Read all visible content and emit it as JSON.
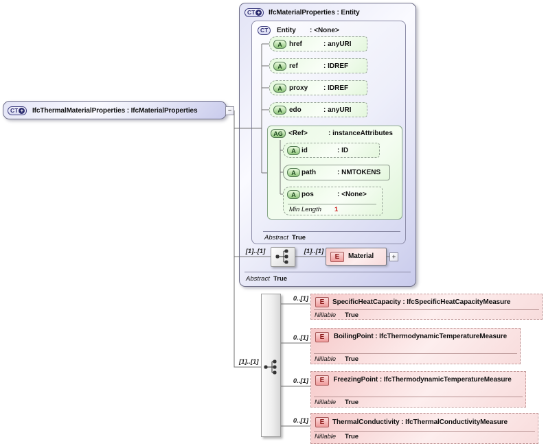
{
  "badges": {
    "ct": "CT",
    "a": "A",
    "ag": "AG",
    "e": "E",
    "plus": "+"
  },
  "root_element": {
    "title": "IfcThermalMaterialProperties : IfcMaterialProperties",
    "collapse_glyph": "−"
  },
  "base_type": {
    "title": "IfcMaterialProperties : Entity",
    "abstract": {
      "label": "Abstract",
      "value": "True"
    },
    "entity": {
      "name": "Entity",
      "type": ": <None>",
      "attributes": [
        {
          "name": "href",
          "type": ": anyURI"
        },
        {
          "name": "ref",
          "type": ": IDREF"
        },
        {
          "name": "proxy",
          "type": ": IDREF"
        },
        {
          "name": "edo",
          "type": ": anyURI"
        }
      ],
      "attribute_group": {
        "name": "<Ref>",
        "type": ": instanceAttributes",
        "attributes": [
          {
            "name": "id",
            "type": ": ID"
          },
          {
            "name": "path",
            "type": ": NMTOKENS"
          },
          {
            "name": "pos",
            "type": ": <None>",
            "facet": {
              "label": "Min Length",
              "value": "1"
            }
          }
        ]
      },
      "abstract": {
        "label": "Abstract",
        "value": "True"
      }
    },
    "content": {
      "cardinality_left": "[1]..[1]",
      "cardinality_right": "[1]..[1]",
      "element": {
        "name": "Material",
        "expand_glyph": "+"
      }
    }
  },
  "child_sequence": {
    "cardinality": "[1]..[1]",
    "elements": [
      {
        "cardinality": "0..[1]",
        "title": "SpecificHeatCapacity : IfcSpecificHeatCapacityMeasure",
        "nillable": {
          "label": "Nillable",
          "value": "True"
        }
      },
      {
        "cardinality": "0..[1]",
        "title": "BoilingPoint : IfcThermodynamicTemperatureMeasure",
        "nillable": {
          "label": "Nillable",
          "value": "True"
        }
      },
      {
        "cardinality": "0..[1]",
        "title": "FreezingPoint : IfcThermodynamicTemperatureMeasure",
        "nillable": {
          "label": "Nillable",
          "value": "True"
        }
      },
      {
        "cardinality": "0..[1]",
        "title": "ThermalConductivity : IfcThermalConductivityMeasure",
        "nillable": {
          "label": "Nillable",
          "value": "True"
        }
      }
    ]
  },
  "colors": {
    "complex_type_accent": "#2a2a6e",
    "attribute_accent": "#3c7a3c",
    "element_accent": "#a62b2b",
    "facet_value_color": "#cc2222",
    "connector_color": "#707070"
  }
}
